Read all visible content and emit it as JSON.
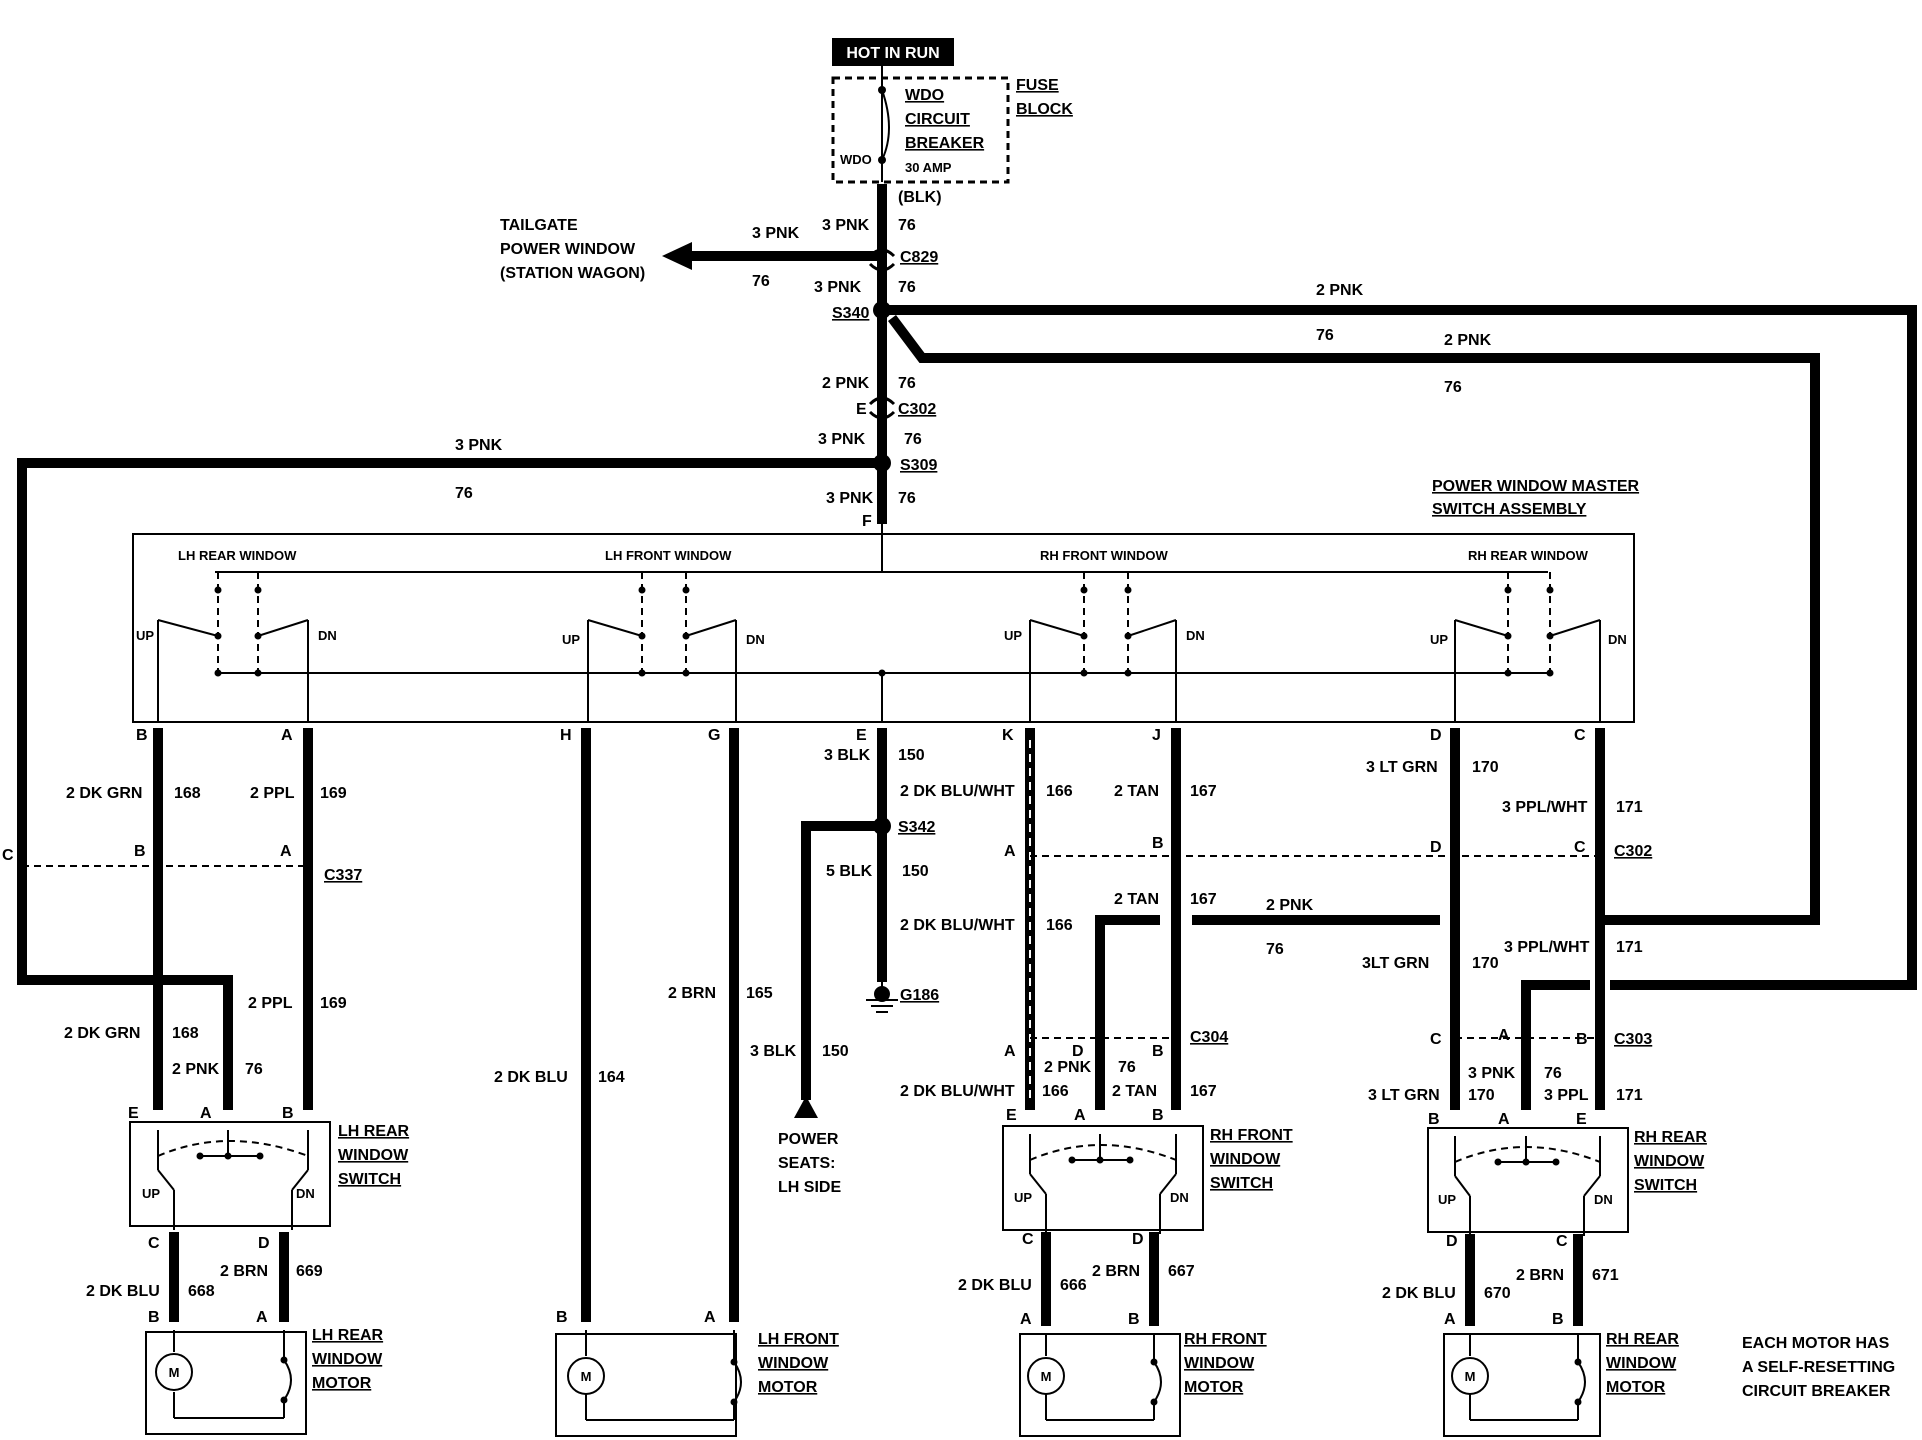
{
  "top": {
    "hot_label": "HOT IN RUN",
    "cb_lines": [
      "WDO",
      "CIRCUIT",
      "BREAKER"
    ],
    "cb_amp": "30 AMP",
    "cb_tag": "WDO",
    "fuse_block": [
      "FUSE",
      "BLOCK"
    ],
    "blk": "(BLK)"
  },
  "tailgate": {
    "lines": [
      "TAILGATE",
      "POWER WINDOW",
      "(STATION WAGON)"
    ],
    "wire": "3 PNK",
    "circuit": "76"
  },
  "trunk": {
    "w1": "3 PNK",
    "c1": "76",
    "c829": "C829",
    "w2": "3 PNK",
    "c2": "76",
    "s340": "S340",
    "w3": "2 PNK",
    "c3": "76",
    "c302_pin": "E",
    "c302": "C302",
    "w4": "3 PNK",
    "c4": "76",
    "s309": "S309",
    "w5": "3 PNK",
    "c5": "76",
    "pin_f": "F"
  },
  "right_loop": {
    "outer_wire": "2 PNK",
    "outer_circuit": "76",
    "inner_wire": "2 PNK",
    "inner_circuit": "76"
  },
  "left_loop": {
    "wire": "3 PNK",
    "circuit": "76",
    "pin": "C"
  },
  "master": {
    "title": [
      "POWER WINDOW MASTER",
      "SWITCH ASSEMBLY"
    ],
    "sections": [
      "LH REAR WINDOW",
      "LH FRONT WINDOW",
      "RH FRONT WINDOW",
      "RH REAR WINDOW"
    ],
    "up": "UP",
    "dn": "DN"
  },
  "outputs": [
    {
      "pin": "B",
      "wire": "2 DK GRN",
      "circuit": "168"
    },
    {
      "pin": "A",
      "wire": "2 PPL",
      "circuit": "169"
    },
    {
      "pin": "H",
      "wire": "2 DK BLU",
      "circuit": "164"
    },
    {
      "pin": "G",
      "wire": "2 BRN",
      "circuit": "165"
    },
    {
      "pin": "E",
      "wire": "3 BLK",
      "circuit": "150"
    },
    {
      "pin": "K",
      "wire": "2 DK BLU/WHT",
      "circuit": "166"
    },
    {
      "pin": "J",
      "wire": "2 TAN",
      "circuit": "167"
    },
    {
      "pin": "D",
      "wire": "3 LT GRN",
      "circuit": "170"
    },
    {
      "pin": "C",
      "wire": "3 PPL/WHT",
      "circuit": "171"
    }
  ],
  "c337": {
    "name": "C337",
    "pin_b": "B",
    "pin_a": "A"
  },
  "lh_rear_lower": {
    "w168": "2 DK GRN",
    "c168": "168",
    "w169": "2 PPL",
    "c169": "169",
    "pnk": "2 PNK",
    "pnk_c": "76"
  },
  "lh_front_lower": {
    "w164": "2 DK BLU",
    "c164": "164",
    "w165": "2 BRN",
    "c165": "165"
  },
  "ground": {
    "s342": "S342",
    "w5": "5 BLK",
    "c5": "150",
    "w_seat": "3 BLK",
    "c_seat": "150",
    "g186": "G186",
    "seats": [
      "POWER",
      "SEATS:",
      "LH SIDE"
    ]
  },
  "rh_front_mid": {
    "c302_pin_a": "A",
    "c302_pin_b": "B",
    "w166": "2 DK BLU/WHT",
    "c166": "166",
    "w167": "2 TAN",
    "c167": "167",
    "pnk": "2 PNK",
    "pnk_c": "76"
  },
  "rh_rear_mid": {
    "c302_pin_d": "D",
    "c302_pin_c": "C",
    "c302": "C302",
    "w170": "3LT GRN",
    "c170": "170",
    "w171": "3 PPL/WHT",
    "c171": "171"
  },
  "c304": {
    "name": "C304",
    "pin_a": "A",
    "pin_d": "D",
    "pin_b": "B",
    "w166": "2 DK BLU/WHT",
    "c166": "166",
    "pnk": "2 PNK",
    "pnk_c": "76",
    "w167": "2 TAN",
    "c167": "167"
  },
  "c303": {
    "name": "C303",
    "pin_c": "C",
    "pin_a": "A",
    "pin_b": "B",
    "w170": "3 LT GRN",
    "c170": "170",
    "pnk": "3 PNK",
    "pnk_c": "76",
    "w171": "3 PPL",
    "c171": "171"
  },
  "switches": [
    {
      "title": [
        "LH REAR",
        "WINDOW",
        "SWITCH"
      ],
      "pins": [
        "E",
        "A",
        "B"
      ],
      "out": [
        "C",
        "D"
      ]
    },
    {
      "title": [
        "RH FRONT",
        "WINDOW",
        "SWITCH"
      ],
      "pins": [
        "E",
        "A",
        "B"
      ],
      "out": [
        "C",
        "D"
      ]
    },
    {
      "title": [
        "RH REAR",
        "WINDOW",
        "SWITCH"
      ],
      "pins": [
        "B",
        "A",
        "E"
      ],
      "out": [
        "D",
        "C"
      ]
    }
  ],
  "motor_wires": [
    {
      "wl": "2 DK BLU",
      "cl": "668",
      "wr": "2 BRN",
      "cr": "669"
    },
    {
      "wl": "2 DK BLU",
      "cl": "666",
      "wr": "2 BRN",
      "cr": "667"
    },
    {
      "wl": "2 DK BLU",
      "cl": "670",
      "wr": "2 BRN",
      "cr": "671"
    }
  ],
  "motors": [
    {
      "title": [
        "LH REAR",
        "WINDOW",
        "MOTOR"
      ],
      "pins": [
        "B",
        "A"
      ]
    },
    {
      "title": [
        "LH FRONT",
        "WINDOW",
        "MOTOR"
      ],
      "pins": [
        "B",
        "A"
      ]
    },
    {
      "title": [
        "RH FRONT",
        "WINDOW",
        "MOTOR"
      ],
      "pins": [
        "A",
        "B"
      ]
    },
    {
      "title": [
        "RH REAR",
        "WINDOW",
        "MOTOR"
      ],
      "pins": [
        "A",
        "B"
      ]
    }
  ],
  "motor_glyph": "M",
  "note": [
    "EACH MOTOR HAS",
    "A SELF-RESETTING",
    "CIRCUIT BREAKER"
  ]
}
